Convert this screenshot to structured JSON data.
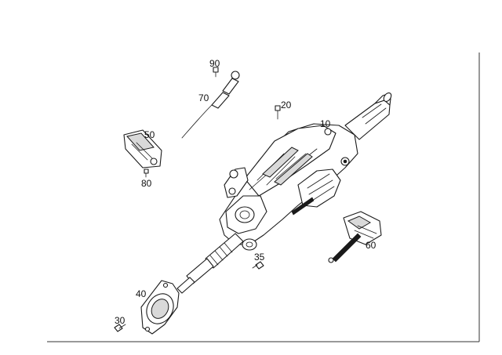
{
  "callouts": [
    {
      "id": "c10",
      "text": "10"
    },
    {
      "id": "c20",
      "text": "20"
    },
    {
      "id": "c30",
      "text": "30"
    },
    {
      "id": "c35",
      "text": "35"
    },
    {
      "id": "c40",
      "text": "40"
    },
    {
      "id": "c50",
      "text": "50"
    },
    {
      "id": "c60",
      "text": "60"
    },
    {
      "id": "c70",
      "text": "70"
    },
    {
      "id": "c80",
      "text": "80"
    },
    {
      "id": "c90",
      "text": "90"
    }
  ]
}
